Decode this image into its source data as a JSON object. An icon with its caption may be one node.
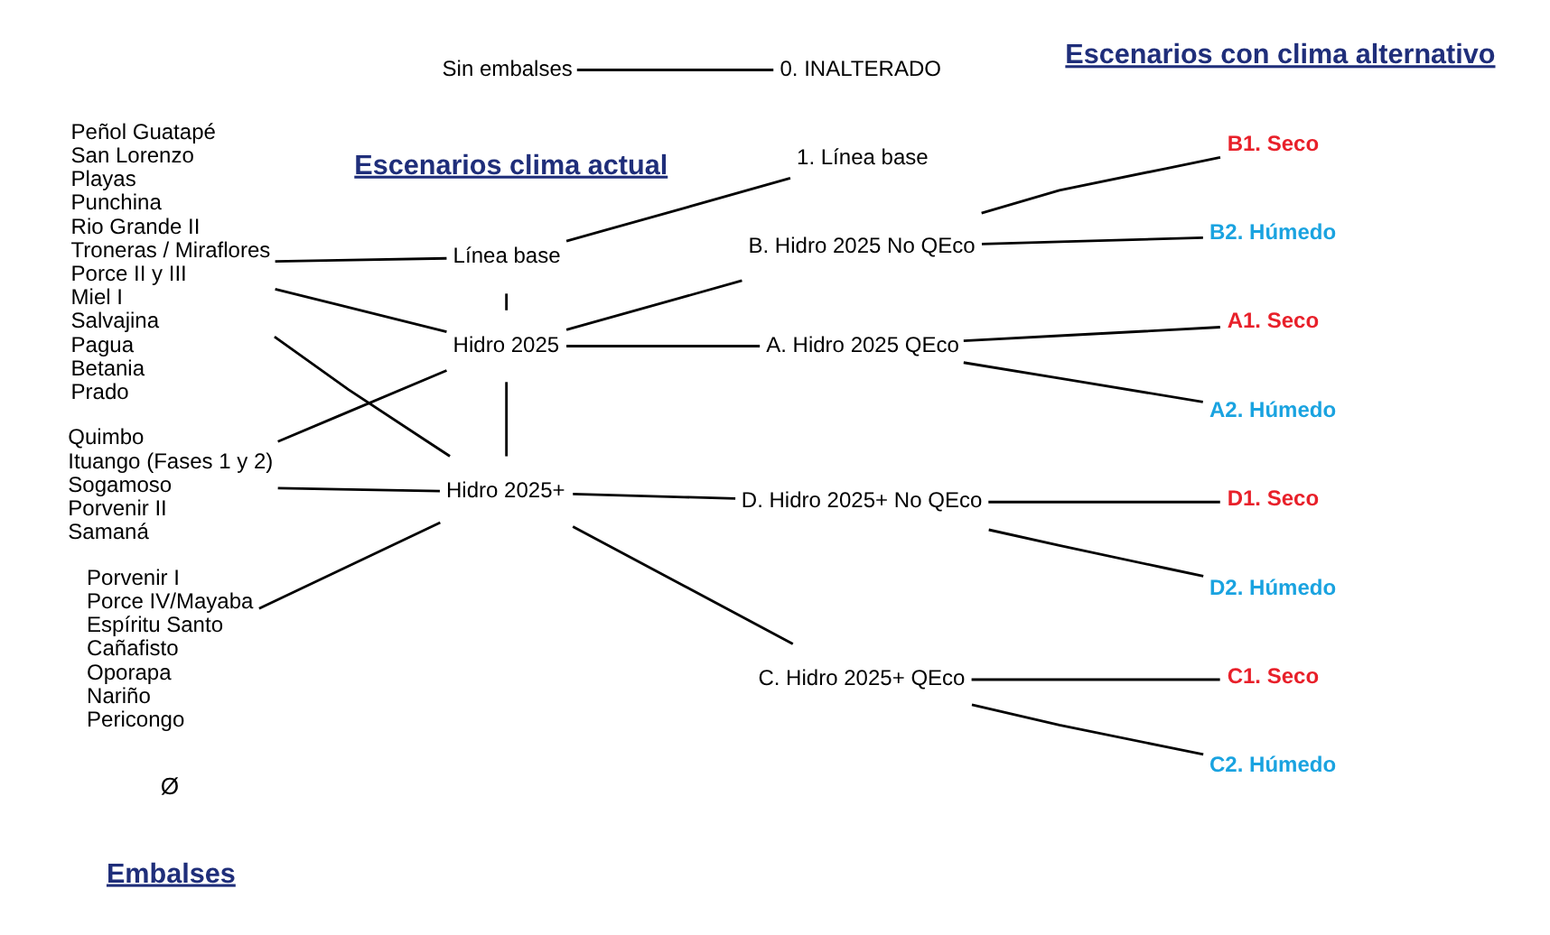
{
  "diagram": {
    "nodes": [
      {
        "text": [
          "Peñol Guatapé",
          "San Lorenzo",
          "Playas",
          "Punchina",
          "Rio Grande II",
          "Troneras / Miraflores",
          "Porce II y III",
          "Miel I",
          "Salvajina",
          "Pagua",
          "Betania",
          "Prado"
        ]
      },
      {
        "text": [
          "Quimbo",
          "Ituango (Fases 1 y 2)",
          "Sogamoso",
          "Porvenir II",
          "Samaná"
        ]
      },
      {
        "text": [
          "Porvenir I",
          "Porce IV/Mayaba",
          "Espíritu Santo",
          "Cañafisto",
          "Oporapa",
          "Nariño",
          "Pericongo"
        ]
      },
      {
        "text": [
          "Sin embalses"
        ]
      },
      {
        "text": [
          "0. INALTERADO"
        ]
      },
      {
        "text": [
          "Línea base"
        ]
      },
      {
        "text": [
          "1. Línea base"
        ]
      },
      {
        "text": [
          "Hidro 2025"
        ]
      },
      {
        "text": [
          "A. Hidro 2025 QEco"
        ]
      },
      {
        "text": [
          "B. Hidro 2025 No QEco"
        ]
      },
      {
        "text": [
          "Hidro 2025+"
        ]
      },
      {
        "text": [
          "C. Hidro 2025+ QEco"
        ]
      },
      {
        "text": [
          "D. Hidro 2025+ No QEco"
        ]
      },
      {
        "text": [
          "A1. Seco"
        ]
      },
      {
        "text": [
          "A2. Húmedo"
        ]
      },
      {
        "text": [
          "B1. Seco"
        ]
      },
      {
        "text": [
          "B2. Húmedo"
        ]
      },
      {
        "text": [
          "C1. Seco"
        ]
      },
      {
        "text": [
          "C2. Húmedo"
        ]
      },
      {
        "text": [
          "D1. Seco"
        ]
      },
      {
        "text": [
          "D2. Húmedo"
        ]
      }
    ],
    "edges": [
      {
        "from": 3,
        "to": 4,
        "arrow": "none"
      },
      {
        "from": 0,
        "to": 5,
        "arrow": "none"
      },
      {
        "from": 5,
        "to": 6,
        "arrow": "none"
      },
      {
        "from": 0,
        "to": 7,
        "arrow": "none"
      },
      {
        "from": 1,
        "to": 7,
        "arrow": "none"
      },
      {
        "from": 0,
        "to": 10,
        "arrow": "none"
      },
      {
        "from": 1,
        "to": 10,
        "arrow": "none"
      },
      {
        "from": 2,
        "to": 10,
        "arrow": "none"
      },
      {
        "from": 5,
        "to": 7,
        "arrow": "none"
      },
      {
        "from": 7,
        "to": 10,
        "arrow": "none"
      },
      {
        "from": 7,
        "to": 8,
        "arrow": "none"
      },
      {
        "from": 7,
        "to": 9,
        "arrow": "none"
      },
      {
        "from": 10,
        "to": 11,
        "arrow": "none"
      },
      {
        "from": 10,
        "to": 12,
        "arrow": "none"
      },
      {
        "from": 8,
        "to": 13,
        "arrow": "none"
      },
      {
        "from": 8,
        "to": 14,
        "arrow": "none"
      },
      {
        "from": 9,
        "to": 15,
        "arrow": "none"
      },
      {
        "from": 9,
        "to": 16,
        "arrow": "none"
      },
      {
        "from": 11,
        "to": 17,
        "arrow": "none"
      },
      {
        "from": 11,
        "to": 18,
        "arrow": "none"
      },
      {
        "from": 12,
        "to": 19,
        "arrow": "none"
      },
      {
        "from": 12,
        "to": 20,
        "arrow": "none"
      }
    ],
    "labels": [
      "Embalses",
      "Escenarios clima actual",
      "Escenarios con clima alternativo",
      "Ø"
    ]
  }
}
